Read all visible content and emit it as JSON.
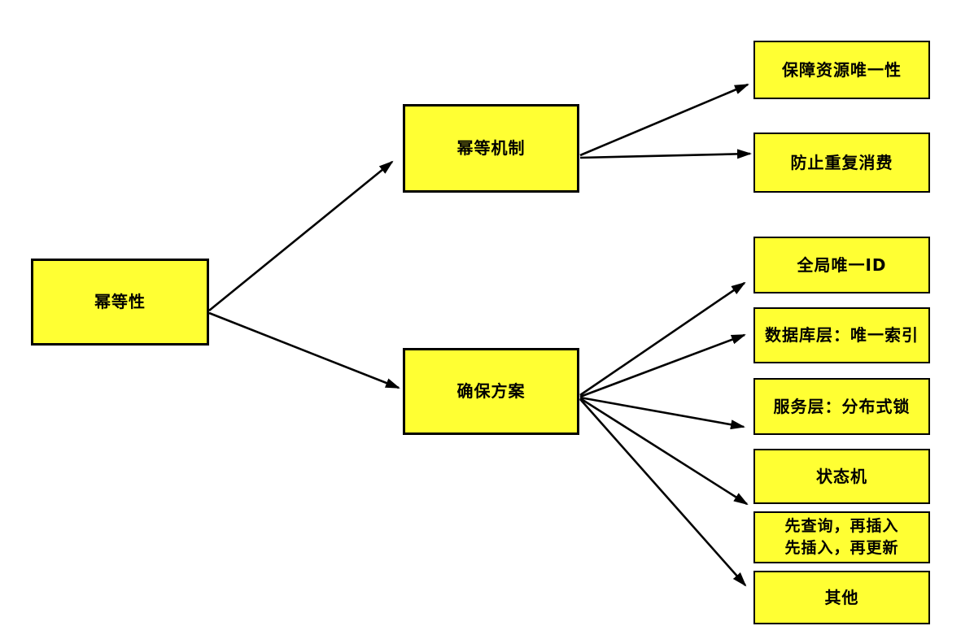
{
  "theme": {
    "background": "#FFFFFF",
    "node_fill": "#FFFF33",
    "node_border": "#000000",
    "text_color": "#000000",
    "arrow_color": "#000000"
  },
  "nodes": {
    "root": {
      "label": "幂等性"
    },
    "mechanism": {
      "label": "幂等机制"
    },
    "solutions": {
      "label": "确保方案"
    },
    "resource_uniqueness": {
      "label": "保障资源唯一性"
    },
    "prevent_duplicate": {
      "label": "防止重复消费"
    },
    "global_unique_id": {
      "label": "全局唯一ID"
    },
    "db_unique_index": {
      "label": "数据库层：唯一索引"
    },
    "service_dist_lock": {
      "label": "服务层：分布式锁"
    },
    "state_machine": {
      "label": "状态机"
    },
    "query_then_insert": {
      "label": "先查询，再插入\n先插入，再更新"
    },
    "others": {
      "label": "其他"
    }
  },
  "edges": [
    {
      "from": "幂等性",
      "to": "幂等机制"
    },
    {
      "from": "幂等性",
      "to": "确保方案"
    },
    {
      "from": "幂等机制",
      "to": "保障资源唯一性"
    },
    {
      "from": "幂等机制",
      "to": "防止重复消费"
    },
    {
      "from": "确保方案",
      "to": "全局唯一ID"
    },
    {
      "from": "确保方案",
      "to": "数据库层：唯一索引"
    },
    {
      "from": "确保方案",
      "to": "服务层：分布式锁"
    },
    {
      "from": "确保方案",
      "to": "状态机"
    },
    {
      "from": "确保方案",
      "to": "其他"
    }
  ]
}
